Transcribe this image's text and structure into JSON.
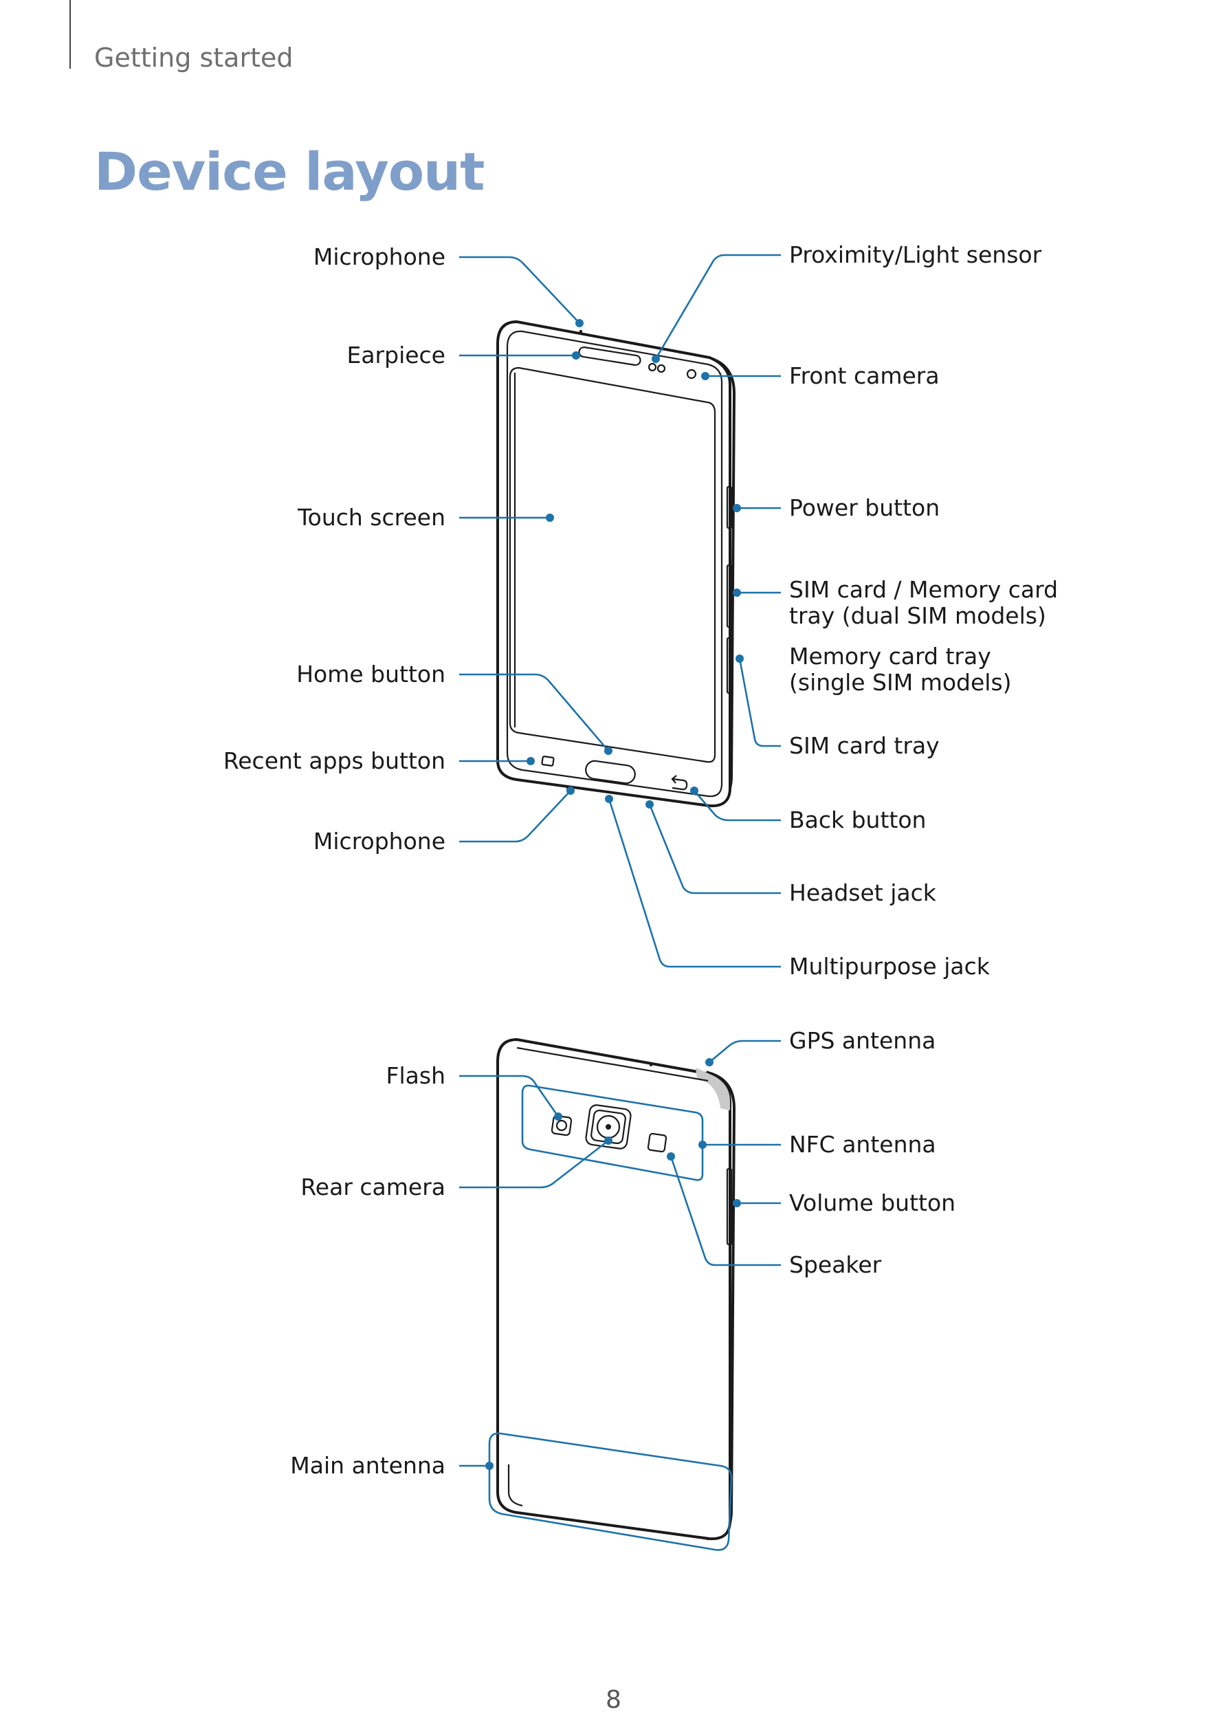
{
  "header": {
    "section": "Getting started"
  },
  "title": "Device layout",
  "front_labels": {
    "microphone_top": "Microphone",
    "earpiece": "Earpiece",
    "touch_screen": "Touch screen",
    "home_button": "Home button",
    "recent_apps_button": "Recent apps button",
    "microphone_bottom": "Microphone",
    "proximity_light_sensor": "Proximity/Light sensor",
    "front_camera": "Front camera",
    "power_button": "Power button",
    "sim_memory_tray_line1": "SIM card / Memory card",
    "sim_memory_tray_line2": "tray (dual SIM models)",
    "memory_card_tray_line1": "Memory card tray",
    "memory_card_tray_line2": "(single SIM models)",
    "sim_card_tray": "SIM card tray",
    "back_button": "Back button",
    "headset_jack": "Headset jack",
    "multipurpose_jack": "Multipurpose jack"
  },
  "back_labels": {
    "flash": "Flash",
    "rear_camera": "Rear camera",
    "main_antenna": "Main antenna",
    "gps_antenna": "GPS antenna",
    "nfc_antenna": "NFC antenna",
    "volume_button": "Volume button",
    "speaker": "Speaker"
  },
  "page_number": "8",
  "colors": {
    "title": "#7f9fca",
    "leader_lines": "#1d72aa",
    "text": "#1a1a1a"
  }
}
